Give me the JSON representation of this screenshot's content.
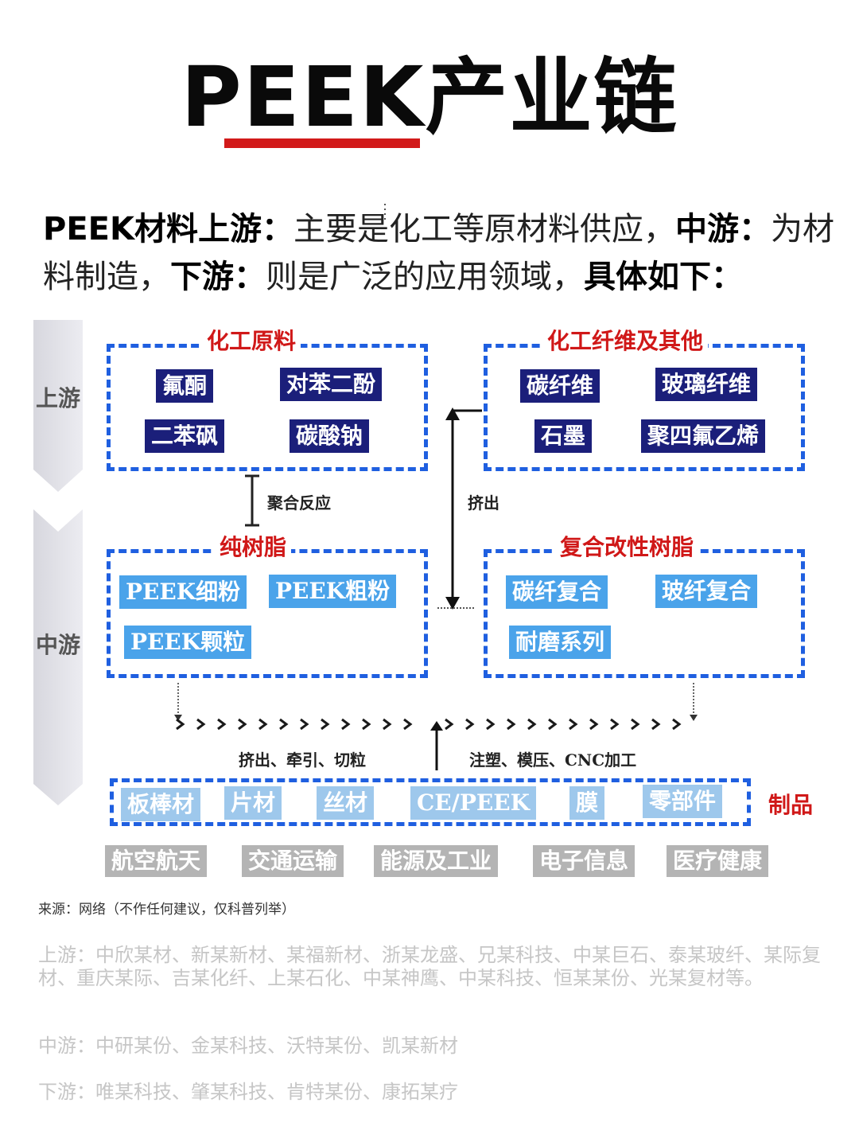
{
  "title": "PEEK产业链",
  "intro": {
    "seg1_bold": "PEEK材料上游：",
    "seg2": "主要是化工等原材料供应，",
    "seg3_bold": "中游：",
    "seg4": "为材料制造，",
    "seg5_bold": "下游：",
    "seg6": "则是广泛的应用领域，",
    "seg7_bold": "具体如下："
  },
  "side": {
    "upstream": "上游",
    "midstream": "中游"
  },
  "groups": {
    "chem_raw": {
      "title": "化工原料",
      "items": [
        "氟酮",
        "对苯二酚",
        "二苯砜",
        "碳酸钠"
      ]
    },
    "chem_fiber": {
      "title": "化工纤维及其他",
      "items": [
        "碳纤维",
        "玻璃纤维",
        "石墨",
        "聚四氟乙烯"
      ]
    },
    "pure_resin": {
      "title": "纯树脂",
      "items": [
        "PEEK细粉",
        "PEEK粗粉",
        "PEEK颗粒"
      ]
    },
    "composite": {
      "title": "复合改性树脂",
      "items": [
        "碳纤复合",
        "玻纤复合",
        "耐磨系列"
      ]
    }
  },
  "flows": {
    "polymerization": "聚合反应",
    "extrusion": "挤出",
    "left_process": "挤出、牵引、切粒",
    "right_process": "注塑、模压、CNC加工"
  },
  "products": {
    "tag": "制品",
    "items": [
      "板棒材",
      "片材",
      "丝材",
      "CE/PEEK",
      "膜",
      "零部件"
    ]
  },
  "applications": [
    "航空航天",
    "交通运输",
    "能源及工业",
    "电子信息",
    "医疗健康"
  ],
  "source": "来源：网络（不作任何建议，仅科普列举）",
  "companies": {
    "upstream": "上游：中欣某材、新某新材、某福新材、浙某龙盛、兄某科技、中某巨石、泰某玻纤、某际复材、重庆某际、吉某化纤、上某石化、中某神鹰、中某科技、恒某某份、光某复材等。",
    "midstream": "中游：中研某份、金某科技、沃特某份、凯某新材",
    "downstream": "下游：唯某科技、肇某科技、肯特某份、康拓某疗"
  },
  "colors": {
    "accent_red": "#d21a1a",
    "dashed_blue": "#1f5fe0",
    "chip_dark": "#1b1f7a",
    "chip_light": "#4aa3ea"
  }
}
